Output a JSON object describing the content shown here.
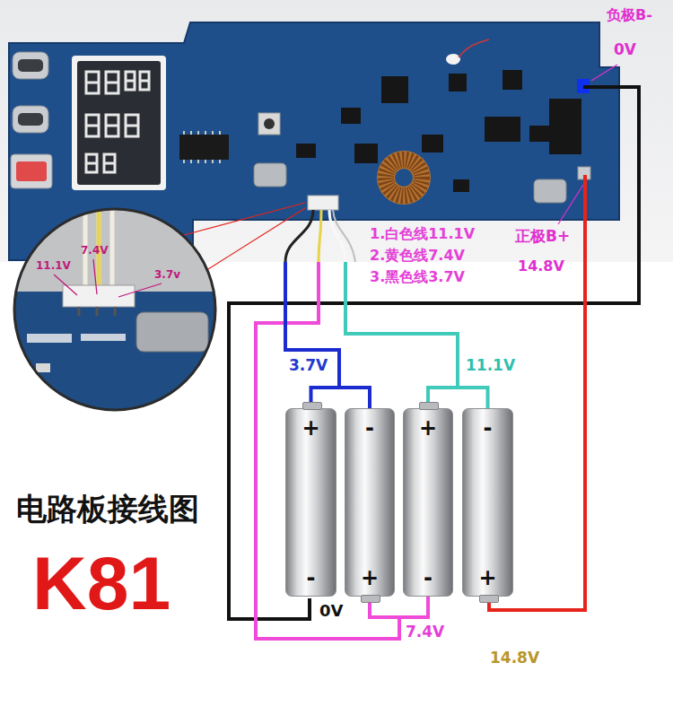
{
  "diagram": {
    "title": "电路板接线图",
    "nodes": [
      {
        "text": [
          "+",
          "-"
        ]
      },
      {
        "text": [
          "-",
          "+"
        ]
      },
      {
        "text": [
          "+",
          "-"
        ]
      },
      {
        "text": [
          "-",
          "+"
        ]
      }
    ],
    "edges": [
      {
        "from": 0,
        "to": 1,
        "arrow": "none",
        "label": "3.7V"
      },
      {
        "from": 2,
        "to": 3,
        "arrow": "none",
        "label": "11.1V"
      },
      {
        "from": 1,
        "to": 2,
        "arrow": "none",
        "label": "7.4V"
      }
    ],
    "labels": [
      "负极B-",
      "0V",
      "1.白色线11.1V",
      "2.黄色线7.4V",
      "3.黑色线3.7V",
      "正极B+",
      "14.8V",
      "11.1V",
      "7.4V",
      "3.7v",
      "0V",
      "14.8V",
      "K81"
    ]
  }
}
